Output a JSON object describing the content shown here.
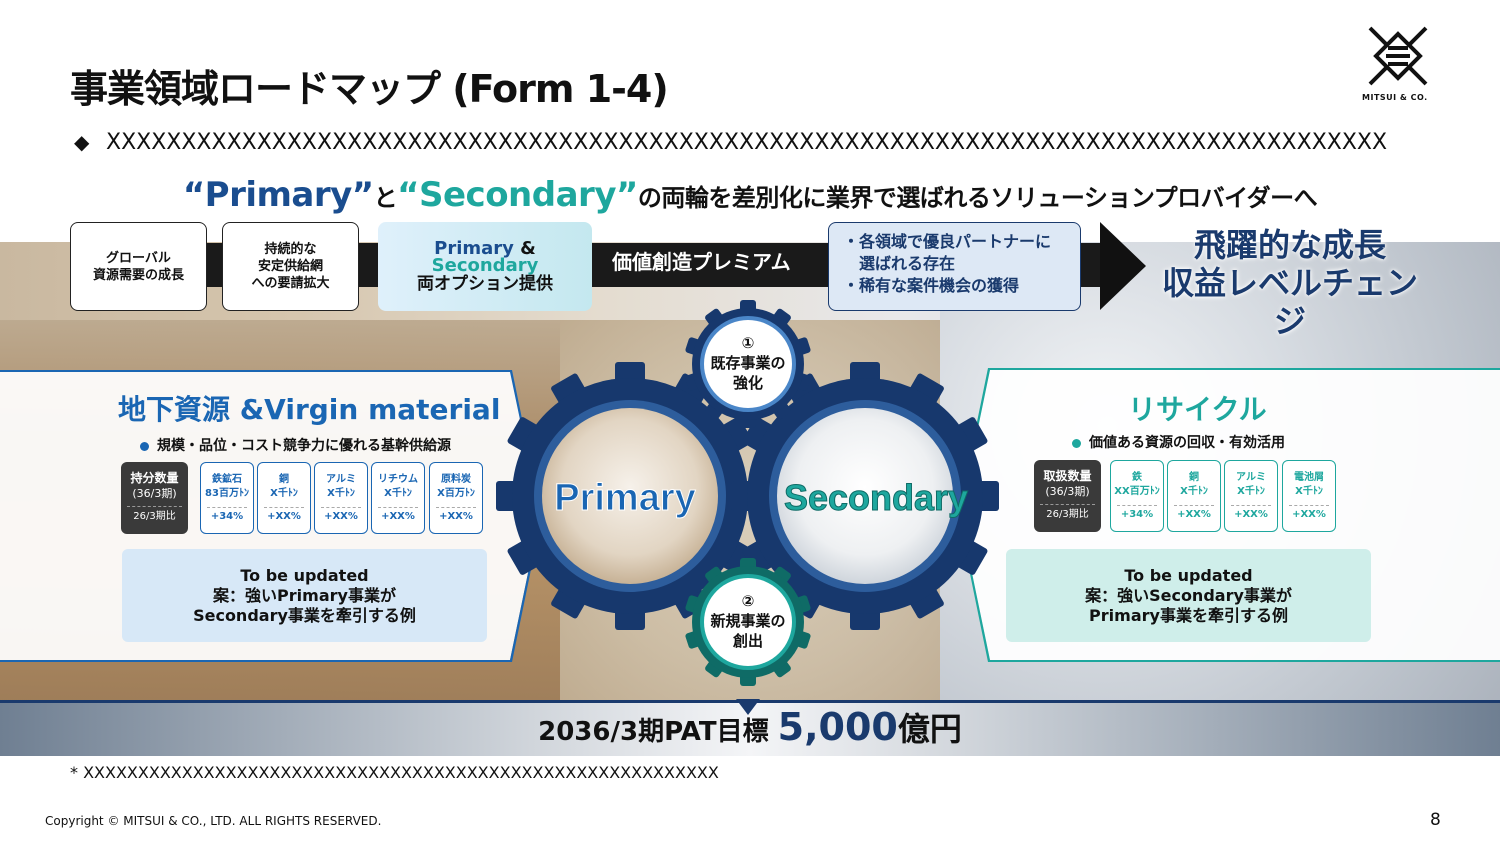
{
  "title": "事業領域ロードマップ (Form 1-4)",
  "logo": {
    "text": "MITSUI & CO."
  },
  "bullet": "XXXXXXXXXXXXXXXXXXXXXXXXXXXXXXXXXXXXXXXXXXXXXXXXXXXXXXXXXXXXXXXXXXXXXXXXXXXXXXXXXXXXX",
  "tagline": {
    "primary": "“Primary”",
    "to": "と",
    "secondary": "“Secondary”",
    "rest": "の両輪を差別化に業界で選ばれるソリューションプロバイダーへ"
  },
  "flow": {
    "box1": [
      "グローバル",
      "資源需要の成長"
    ],
    "box2": [
      "持続的な",
      "安定供給網",
      "への要請拡大"
    ],
    "box3": {
      "primary": "Primary",
      "amp": " &",
      "secondary": "Secondary",
      "sub": "両オプション提供"
    },
    "premium": "価値創造プレミアム",
    "box4": [
      "・各領域で優良パートナーに",
      "　選ばれる存在",
      "・稀有な案件機会の獲得"
    ],
    "goal": [
      "飛躍的な成長",
      "収益レベルチェンジ"
    ]
  },
  "left_panel": {
    "title": "地下資源 &Virgin material",
    "subtitle": "規模・品位・コスト競争力に優れる基幹供給源",
    "qty_label": {
      "main": "持分数量",
      "period": "(36/3期)",
      "foot": "26/3期比"
    },
    "cards": [
      {
        "name": "鉄鉱石",
        "value": "83百万ﾄﾝ",
        "change": "+34%"
      },
      {
        "name": "銅",
        "value": "X千ﾄﾝ",
        "change": "+XX%"
      },
      {
        "name": "アルミ",
        "value": "X千ﾄﾝ",
        "change": "+XX%"
      },
      {
        "name": "リチウム",
        "value": "X千ﾄﾝ",
        "change": "+XX%"
      },
      {
        "name": "原料炭",
        "value": "X百万ﾄﾝ",
        "change": "+XX%"
      }
    ],
    "update": [
      "To be updated",
      "案：強いPrimary事業が",
      "Secondary事業を牽引する例"
    ]
  },
  "right_panel": {
    "title": "リサイクル",
    "subtitle": "価値ある資源の回収・有効活用",
    "qty_label": {
      "main": "取扱数量",
      "period": "(36/3期)",
      "foot": "26/3期比"
    },
    "cards": [
      {
        "name": "鉄",
        "value": "XX百万ﾄﾝ",
        "change": "+34%"
      },
      {
        "name": "銅",
        "value": "X千ﾄﾝ",
        "change": "+XX%"
      },
      {
        "name": "アルミ",
        "value": "X千ﾄﾝ",
        "change": "+XX%"
      },
      {
        "name": "電池屑",
        "value": "X千ﾄﾝ",
        "change": "+XX%"
      }
    ],
    "update": [
      "To be updated",
      "案：強いSecondary事業が",
      "Primary事業を牽引する例"
    ]
  },
  "gears": {
    "primary": "Primary",
    "secondary": "Secondary",
    "top": {
      "num": "①",
      "l1": "既存事業の",
      "l2": "強化"
    },
    "bottom": {
      "num": "②",
      "l1": "新規事業の",
      "l2": "創出"
    }
  },
  "pat": {
    "prefix": "2036/3期PAT目標",
    "value": "5,000",
    "unit": "億円"
  },
  "footnote": "* XXXXXXXXXXXXXXXXXXXXXXXXXXXXXXXXXXXXXXXXXXXXXXXXXXXXXXXXXX",
  "copyright": "Copyright © MITSUI & CO., LTD. ALL RIGHTS RESERVED.",
  "page_number": "8",
  "colors": {
    "primary_blue": "#1a66b3",
    "navy": "#1a3a6d",
    "teal": "#1ea79e"
  }
}
